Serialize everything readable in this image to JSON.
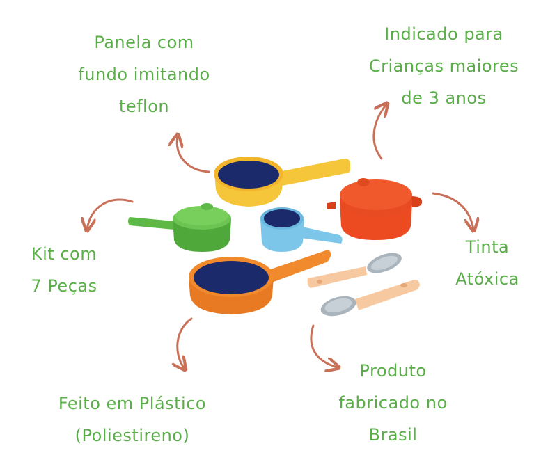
{
  "callouts": {
    "panela": [
      "Panela com",
      "fundo imitando",
      "teflon"
    ],
    "indicado": [
      "Indicado para",
      "Crianças maiores",
      "de 3 anos"
    ],
    "kit": [
      "Kit com",
      "7 Peças"
    ],
    "tinta": [
      "Tinta",
      "Atóxica"
    ],
    "feito": [
      "Feito em Plástico",
      "(Poliestireno)"
    ],
    "produto": [
      "Produto",
      "fabricado no",
      "Brasil"
    ]
  },
  "colors": {
    "text": "#5aae48",
    "arrow": "#c97058",
    "pan_yellow": "#f6c63a",
    "pan_orange": "#f08a2c",
    "pot_red": "#ec4a20",
    "pot_green": "#5db845",
    "pot_blue": "#7cc6ea",
    "inner_navy": "#1b2a6b",
    "spoon_handle": "#f7c9a0",
    "spoon_head": "#a9b4bc"
  }
}
